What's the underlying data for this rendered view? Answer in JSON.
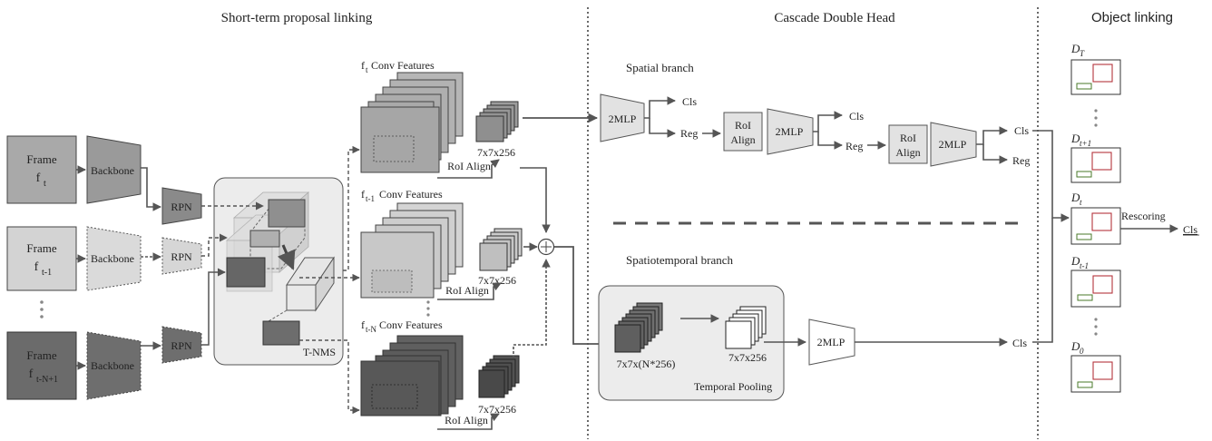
{
  "sections": {
    "proposal_linking": "Short-term proposal linking",
    "cascade_head": "Cascade Double Head",
    "object_linking": "Object linking"
  },
  "frames": [
    {
      "label": "Frame",
      "sub": "f",
      "sub2": "t"
    },
    {
      "label": "Frame",
      "sub": "f",
      "sub2": "t-1"
    },
    {
      "label": "Frame",
      "sub": "f",
      "sub2": "t-N+1"
    }
  ],
  "backbone_label": "Backbone",
  "rpn_label": "RPN",
  "tnms_label": "T-NMS",
  "conv_features": [
    {
      "f": "f",
      "sub": "t",
      "rest": " Conv Features"
    },
    {
      "f": "f",
      "sub": "t-1",
      "rest": " Conv Features"
    },
    {
      "f": "f",
      "sub": "t-N",
      "rest": " Conv Features"
    }
  ],
  "roi_size_label": "7x7x256",
  "roi_align_label": "RoI Align",
  "roi_align_box": [
    "RoI",
    "Align"
  ],
  "spatial_branch": "Spatial branch",
  "spatiotemporal_branch": "Spatiotemporal branch",
  "mlp_label": "2MLP",
  "cls_label": "Cls",
  "reg_label": "Reg",
  "stack_n_label": "7x7x(N*256)",
  "stack_pooled_label": "7x7x256",
  "temporal_pooling_label": "Temporal Pooling",
  "detections": [
    {
      "d": "D",
      "sub": "T"
    },
    {
      "d": "D",
      "sub": "t+1"
    },
    {
      "d": "D",
      "sub": "t"
    },
    {
      "d": "D",
      "sub": "t-1"
    },
    {
      "d": "D",
      "sub": "0"
    }
  ],
  "rescoring_label": "Rescoring",
  "final_cls_label": "Cls",
  "colors": {
    "frame_t": "#a9a9a9",
    "frame_t1": "#d3d3d3",
    "frame_tn": "#6b6b6b",
    "tnms_panel": "#ececec",
    "box_red": "#b5343c",
    "box_green": "#4a7a2a",
    "line": "#555555"
  }
}
